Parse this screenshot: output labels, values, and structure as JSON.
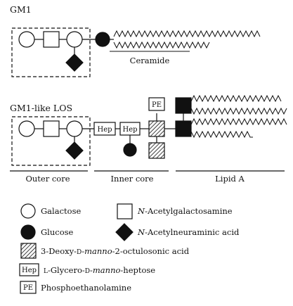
{
  "sections": {
    "gm1": {
      "title": "GM1",
      "ceramide_label": "Ceramide"
    },
    "los": {
      "title": "GM1-like LOS",
      "hep_label": "Hep",
      "pe_label": "PE",
      "regions": {
        "outer_core": "Outer core",
        "inner_core": "Inner core",
        "lipid_a": "Lipid A"
      }
    }
  },
  "legend": {
    "galactose": {
      "symbol": "open-circle",
      "label": "Galactose"
    },
    "glucose": {
      "symbol": "filled-circle",
      "label": "Glucose"
    },
    "galnac": {
      "symbol": "open-square",
      "label": "N-Acetylgalactosamine",
      "label_prefix": "N",
      "label_rest": "-Acetylgalactosamine"
    },
    "neuac": {
      "symbol": "filled-diamond",
      "label": "N-Acetylneuraminic acid",
      "label_prefix": "N",
      "label_rest": "-Acetylneuraminic acid"
    },
    "kdo": {
      "symbol": "hatched-square",
      "label": "3-Deoxy-D-manno-2-octulosonic acid",
      "part1": "3-Deoxy-",
      "part2": "D",
      "part3": "-",
      "part4": "manno",
      "part5": "-2-octulosonic acid"
    },
    "hep": {
      "symbol": "boxed-text",
      "box_text": "Hep",
      "label": "L-Glycero-D-manno-heptose",
      "part1": "L",
      "part2": "-Glycero-",
      "part3": "D",
      "part4": "-",
      "part5": "manno",
      "part6": "-heptose"
    },
    "pe": {
      "symbol": "boxed-text",
      "box_text": "PE",
      "label": "Phosphoethanolamine"
    }
  }
}
